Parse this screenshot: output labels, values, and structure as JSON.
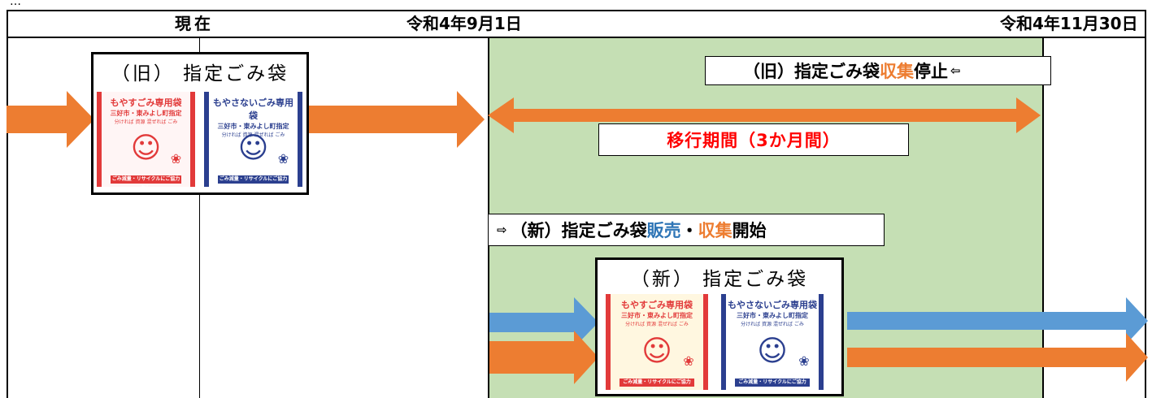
{
  "header": {
    "partial_top_text": "…",
    "now": "現在",
    "date_start": "令和4年9月1日",
    "date_end": "令和4年11月30日"
  },
  "old_bag": {
    "title": "（旧） 指定ごみ袋",
    "burnable": {
      "title": "もやすごみ専用袋",
      "sub": "三好市・東みよし町指定",
      "line": "分ければ 資源 混ぜれば ごみ",
      "footer": "ごみ減量・リサイクルにご協力を！"
    },
    "nonburnable": {
      "title": "もやさないごみ専用袋",
      "sub": "三好市・東みよし町指定",
      "line": "分ければ 資源 混ぜれば ごみ",
      "footer": "ごみ減量・リサイクルにご協力を！"
    }
  },
  "new_bag": {
    "title": "（新） 指定ごみ袋",
    "burnable": {
      "title": "もやすごみ専用袋",
      "sub": "三好市・東みよし町指定",
      "line": "分ければ 資源 混ぜれば ごみ",
      "footer": "ごみ減量・リサイクルにご協力を！"
    },
    "nonburnable": {
      "title": "もやさないごみ専用袋",
      "sub": "三好市・東みよし町指定",
      "line": "分ければ 資源 混ぜれば ごみ",
      "footer": "ごみ減量・リサイクルにご協力を！"
    }
  },
  "labels": {
    "old_stop": {
      "prefix": "（旧）指定ごみ袋",
      "accent": "収集",
      "suffix": "停止",
      "marker": "⇦"
    },
    "transition": "移行期間（3か月間）",
    "new_start": {
      "marker": "⇨",
      "prefix": "（新）指定ごみ袋",
      "sales": "販売",
      "dot": "・",
      "collect": "収集",
      "suffix": "開始"
    }
  },
  "colors": {
    "green_band": "#c5dfb4",
    "orange_arrow": "#ed7d31",
    "blue_arrow": "#5b9bd5",
    "red_text": "#ff0000",
    "orange_text": "#ed7d31",
    "blue_text": "#2e75b6",
    "burnable_bag": "#e23a3a",
    "nonburnable_bag": "#2b3f8f"
  }
}
